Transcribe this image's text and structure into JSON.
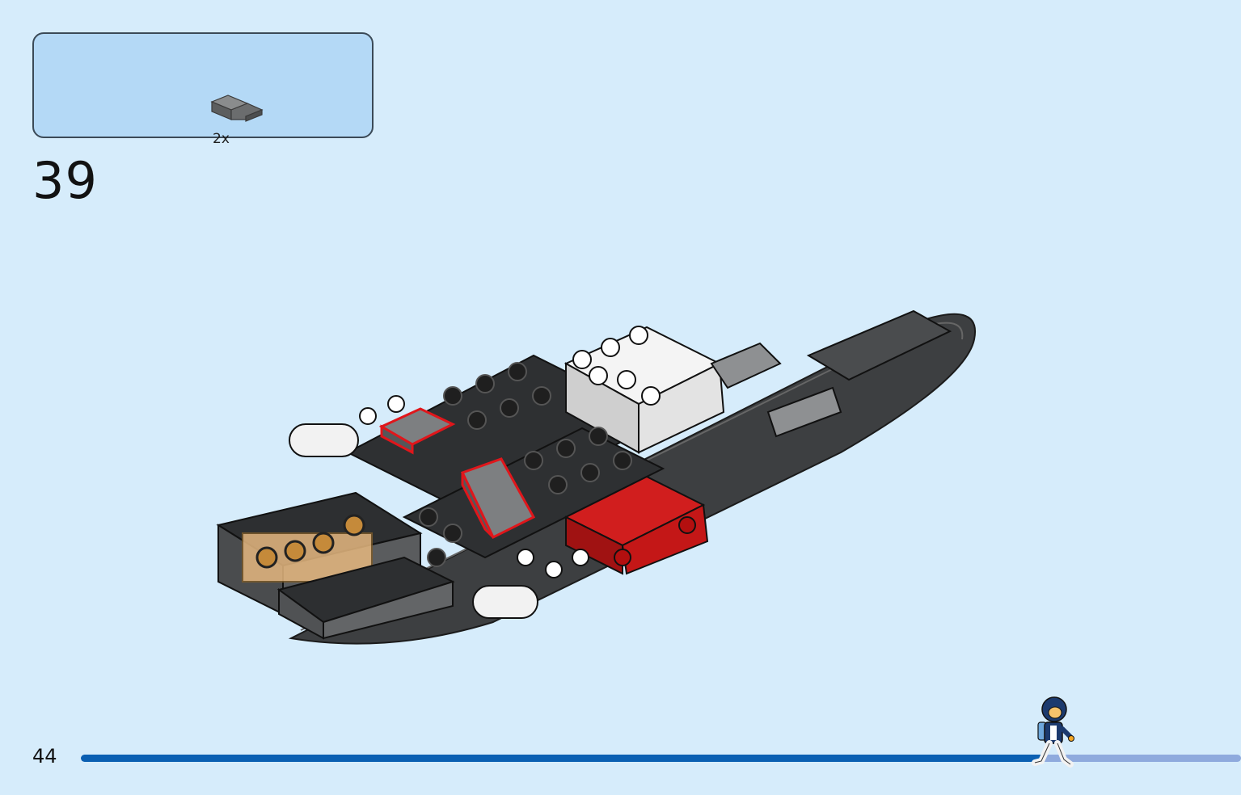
{
  "parts_callout": {
    "quantity": "2x",
    "part_icon": "dark-gray-slope-brick-icon",
    "part_color": "#6b6d6e"
  },
  "step": {
    "number": "39"
  },
  "footer": {
    "page_number": "44",
    "progress_fraction": 0.83,
    "progress_fill_color": "#0a5fb2",
    "progress_track_color": "#8faadd",
    "progress_figure_icon": "minifigure-runner-icon"
  },
  "colors": {
    "background": "#d6ecfb",
    "callout_background": "#b4d9f6",
    "highlight_outline": "#e0161b"
  }
}
